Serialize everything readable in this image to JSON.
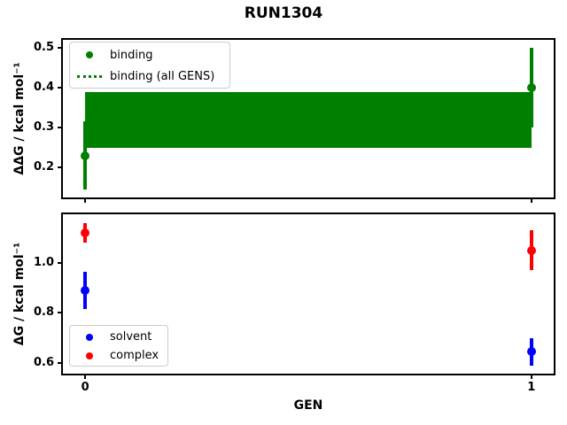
{
  "figure": {
    "title": "RUN1304",
    "background": "#ffffff"
  },
  "colors": {
    "binding": "#008000",
    "solvent": "#0000ff",
    "complex": "#ff0000",
    "axis": "#000000",
    "legend_border": "#cccccc"
  },
  "chart_data": [
    {
      "type": "scatter",
      "title": "RUN1304",
      "xlabel": "",
      "ylabel": "ΔΔG / kcal mol⁻¹",
      "x": [
        0,
        1
      ],
      "xticks": [
        0,
        1
      ],
      "xticklabels": [],
      "xlim": [
        -0.05,
        1.05
      ],
      "ylim": [
        0.125,
        0.52
      ],
      "yticks": [
        0.2,
        0.3,
        0.4,
        0.5
      ],
      "grid": false,
      "legend_position": "upper left",
      "series": [
        {
          "name": "binding",
          "type": "errorbar-scatter",
          "marker": "circle",
          "color_key": "binding",
          "values": [
            0.23,
            0.4
          ],
          "yerr": [
            0.085,
            0.1
          ]
        },
        {
          "name": "binding (all GENS)",
          "type": "band",
          "line_style": "dotted",
          "color_key": "binding",
          "center": 0.32,
          "halfwidth": 0.07
        }
      ]
    },
    {
      "type": "scatter",
      "title": "",
      "xlabel": "GEN",
      "ylabel": "ΔG / kcal mol⁻¹",
      "x": [
        0,
        1
      ],
      "xticks": [
        0,
        1
      ],
      "xticklabels": [
        "0",
        "1"
      ],
      "xlim": [
        -0.05,
        1.05
      ],
      "ylim": [
        0.557,
        1.195
      ],
      "yticks": [
        0.6,
        0.8,
        1.0
      ],
      "grid": false,
      "legend_position": "lower left",
      "series": [
        {
          "name": "solvent",
          "type": "errorbar-scatter",
          "marker": "circle",
          "color_key": "solvent",
          "values": [
            0.89,
            0.645
          ],
          "yerr": [
            0.075,
            0.055
          ]
        },
        {
          "name": "complex",
          "type": "errorbar-scatter",
          "marker": "circle",
          "color_key": "complex",
          "values": [
            1.12,
            1.05
          ],
          "yerr": [
            0.04,
            0.08
          ]
        }
      ]
    }
  ]
}
